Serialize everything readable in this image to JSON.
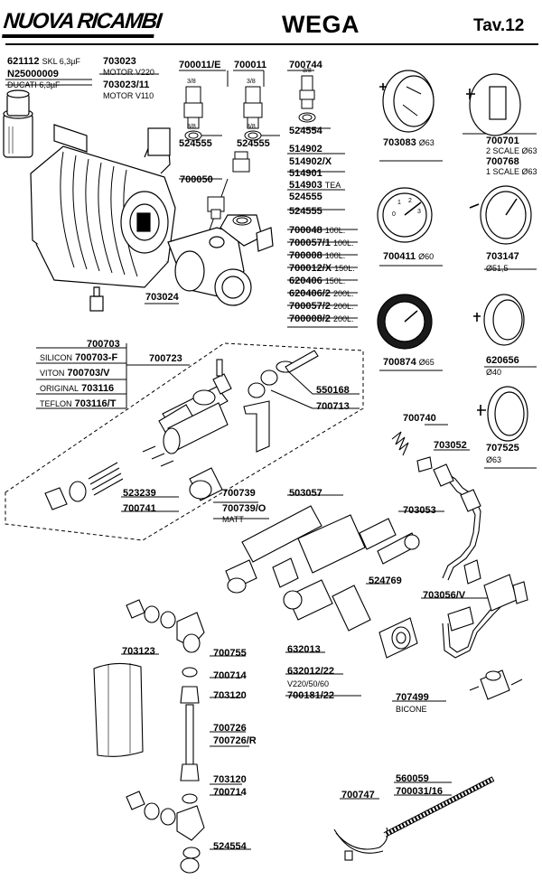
{
  "header": {
    "brand": "NUOVA RICAMBI",
    "maker": "WEGA",
    "table": "Tav.12"
  },
  "codes": {
    "c621112": "621112",
    "c621112_note": "SKL 6,3µF",
    "n25000009": "N25000009",
    "n25000009_note": "DUCATI 6,3µF",
    "c703023": "703023",
    "c703023_note": "MOTOR V220",
    "c703023_11": "703023/11",
    "c703023_11_note": "MOTOR V110",
    "c700011e": "700011/E",
    "c700011": "700011",
    "c700744": "700744",
    "th1": "3/8",
    "th2": "3/8",
    "th3": "3/8",
    "th4": "3/8",
    "th5": "3/8",
    "c524555a": "524555",
    "c524555b": "524555",
    "c524554a": "524554",
    "c514902": "514902",
    "c514902x": "514902/X",
    "c514901": "514901",
    "c514903": "514903",
    "c514903_note": "TEA",
    "c524555c": "524555",
    "c524555d": "524555",
    "c700050": "700050",
    "c700048": "700048",
    "c700048_note": "100L.",
    "c700057_1": "700057/1",
    "c700057_1_note": "100L.",
    "c700008": "700008",
    "c700008_note": "100L.",
    "c700012x": "700012/X",
    "c700012x_note": "150L.",
    "c620406": "620406",
    "c620406_note": "150L.",
    "c620406_2": "620406/2",
    "c620406_2_note": "200L.",
    "c700057_2": "700057/2",
    "c700057_2_note": "200L.",
    "c700008_2": "700008/2",
    "c700008_2_note": "200L.",
    "c703024": "703024",
    "c703083": "703083",
    "c703083_note": "Ø63",
    "c700701": "700701",
    "c700701_note": "2 SCALE Ø63",
    "c700768": "700768",
    "c700768_note": "1 SCALE Ø63",
    "c700411": "700411",
    "c700411_note": "Ø60",
    "c703147": "703147",
    "c703147_note": "Ø51,5",
    "c700874": "700874",
    "c700874_note": "Ø65",
    "c620656": "620656",
    "c620656_note": "Ø40",
    "c707525": "707525",
    "c707525_note": "Ø63",
    "c700703": "700703",
    "c700703f_pre": "SILICON",
    "c700703f": "700703-F",
    "c700703v_pre": "VITON",
    "c700703v": "700703/V",
    "c703116_pre": "ORIGINAL",
    "c703116": "703116",
    "c703116t_pre": "TEFLON",
    "c703116t": "703116/T",
    "c700723": "700723",
    "c550168": "550168",
    "c700713": "700713",
    "c700740": "700740",
    "c703052": "703052",
    "c523239": "523239",
    "c700741": "700741",
    "c700739": "700739",
    "c700739o": "700739/O",
    "c700739o_note": "MATT",
    "c503057": "503057",
    "c703053": "703053",
    "c524769": "524769",
    "c703056v": "703056/V",
    "c703123": "703123",
    "c700755": "700755",
    "c700714a": "700714",
    "c703120a": "703120",
    "c700726": "700726",
    "c700726r": "700726/R",
    "c632013": "632013",
    "c632012_22": "632012/22",
    "c632012_note": "V220/50/60",
    "c700181_22": "700181/22",
    "c707499": "707499",
    "c707499_note": "BICONE",
    "c703120b": "703120",
    "c700714b": "700714",
    "c560059": "560059",
    "c700031_16": "700031/16",
    "c700747": "700747",
    "c524554b": "524554"
  },
  "gauge_700411": {
    "ticks": [
      "0",
      "1",
      "2",
      "3"
    ]
  }
}
